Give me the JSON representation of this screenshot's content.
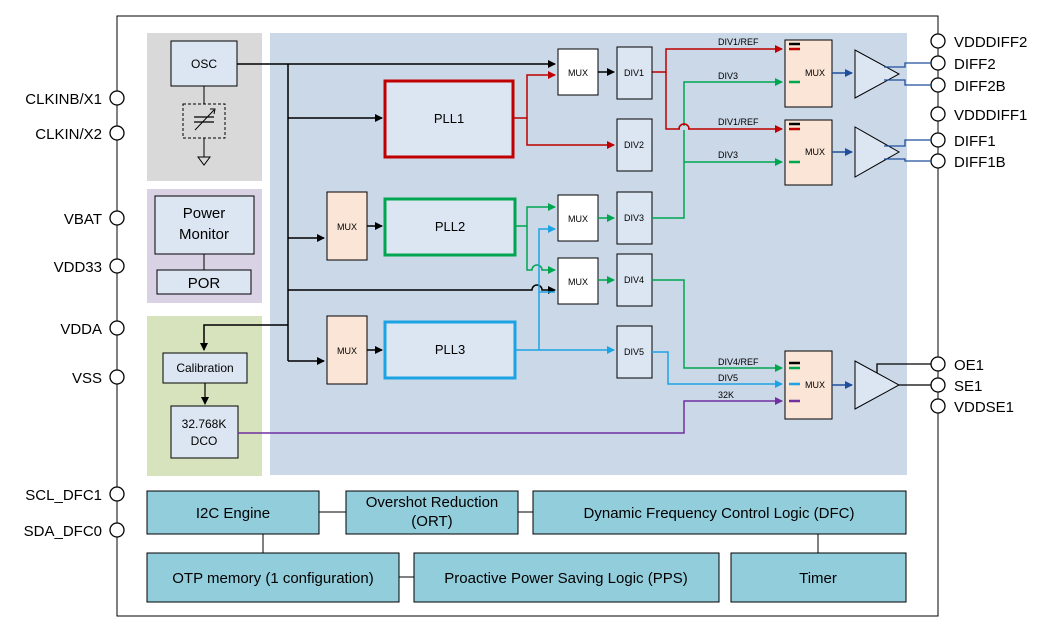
{
  "pins_left": {
    "clkinb": "CLKINB/X1",
    "clkin": "CLKIN/X2",
    "vbat": "VBAT",
    "vdd33": "VDD33",
    "vdda": "VDDA",
    "vss": "VSS",
    "scl": "SCL_DFC1",
    "sda": "SDA_DFC0"
  },
  "pins_right": {
    "vdddiff2": "VDDDIFF2",
    "diff2": "DIFF2",
    "diff2b": "DIFF2B",
    "vdddiff1": "VDDDIFF1",
    "diff1": "DIFF1",
    "diff1b": "DIFF1B",
    "oe1": "OE1",
    "se1": "SE1",
    "vddse1": "VDDSE1"
  },
  "blocks": {
    "osc": "OSC",
    "power_monitor_1": "Power",
    "power_monitor_2": "Monitor",
    "por": "POR",
    "calibration": "Calibration",
    "dco_1": "32.768K",
    "dco_2": "DCO",
    "pll1": "PLL1",
    "pll2": "PLL2",
    "pll3": "PLL3",
    "mux": "MUX",
    "div1": "DIV1",
    "div2": "DIV2",
    "div3": "DIV3",
    "div4": "DIV4",
    "div5": "DIV5"
  },
  "signal_labels": {
    "div1ref": "DIV1/REF",
    "div3": "DIV3",
    "div4ref": "DIV4/REF",
    "div5": "DIV5",
    "k32": "32K"
  },
  "logic_blocks": {
    "i2c": "I2C Engine",
    "ort_1": "Overshot Reduction",
    "ort_2": "(ORT)",
    "dfc": "Dynamic Frequency Control Logic (DFC)",
    "otp": "OTP memory (1 configuration)",
    "pps": "Proactive Power Saving Logic (PPS)",
    "timer": "Timer"
  },
  "colors": {
    "pll1": "#c00000",
    "pll2": "#00a64f",
    "pll3": "#1ca3e3",
    "k32": "#7030a0",
    "diff_out": "#1f4e9b",
    "core_bg": "#cbd8e8",
    "osc_bg": "#d9d9d9",
    "pm_bg": "#d9d2e5",
    "cal_bg": "#d6e3bc",
    "logic_bg": "#92cddc",
    "mux_bg": "#fbe5d6"
  }
}
